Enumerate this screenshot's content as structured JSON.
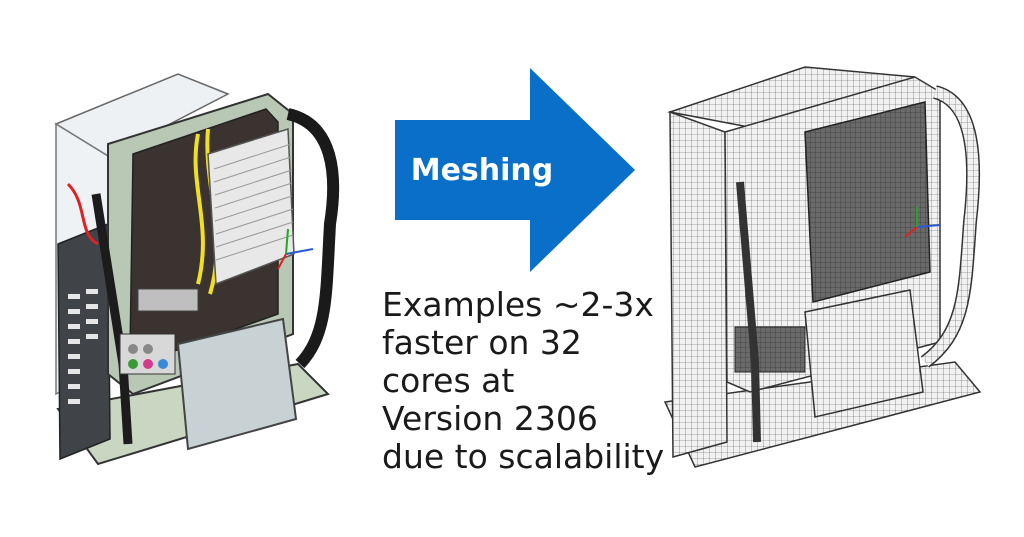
{
  "arrow": {
    "label": "Meshing",
    "color": "#0a6fc8"
  },
  "caption": {
    "lines": [
      "Examples ~2-3x",
      "faster on 32",
      "cores at",
      "Version 2306",
      "due to scalability"
    ]
  },
  "images": {
    "left": "cad-model-icon",
    "right": "meshed-model-icon"
  }
}
